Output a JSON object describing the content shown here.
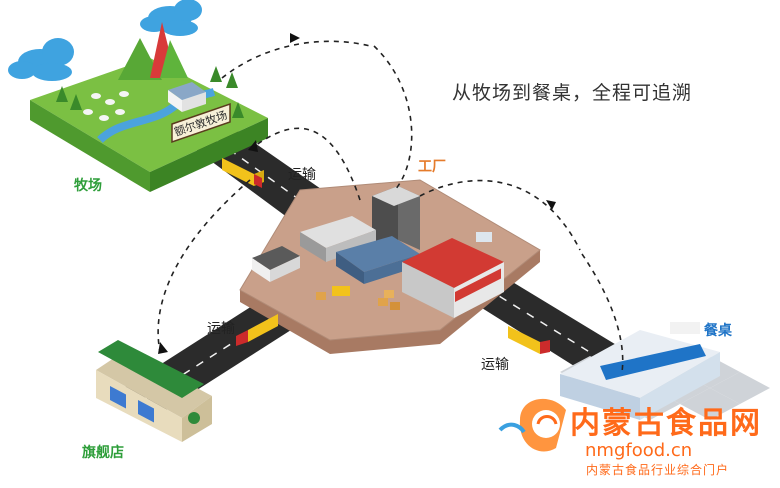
{
  "headline": "从牧场到餐桌，全程可追溯",
  "labels": {
    "ranch": "牧场",
    "factory": "工厂",
    "store": "旗舰店",
    "table": "餐桌",
    "transport_1": "运输",
    "transport_2": "运输",
    "transport_3": "运输"
  },
  "ranch_sign": "额尔敦牧场",
  "watermark": {
    "title": "内蒙古食品网",
    "url": "nmgfood.cn",
    "subtitle": "内蒙古食品行业综合门户"
  },
  "colors": {
    "ranch_green": "#2e9e3a",
    "factory_orange": "#e57b2b",
    "table_blue": "#1f74c7",
    "watermark_orange": "#ff6a1a",
    "road": "#2b2b2b",
    "factory_pad": "#c9a08a"
  },
  "icons": [
    "ranch-icon",
    "factory-icon",
    "store-icon",
    "restaurant-icon",
    "truck-icon",
    "watermark-logo-icon"
  ]
}
